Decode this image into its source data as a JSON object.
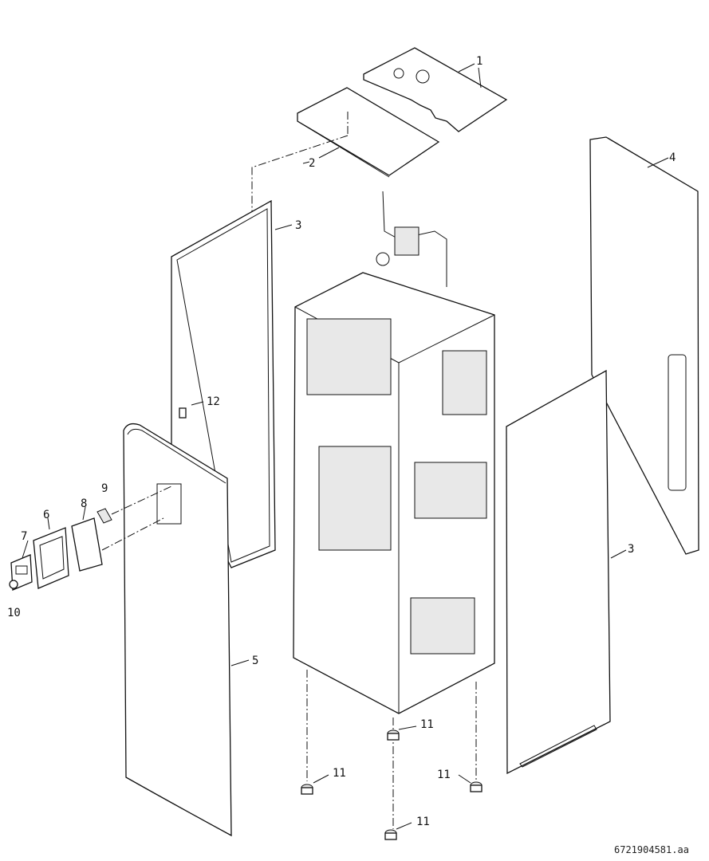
{
  "diagram": {
    "labels": {
      "p1": "1",
      "p2": "2",
      "p3a": "3",
      "p3b": "3",
      "p4": "4",
      "p5": "5",
      "p6": "6",
      "p7": "7",
      "p8": "8",
      "p9": "9",
      "p10": "10",
      "p11a": "11",
      "p11b": "11",
      "p11c": "11",
      "p11d": "11",
      "p12": "12"
    },
    "document_code": "6721904581.aa"
  }
}
